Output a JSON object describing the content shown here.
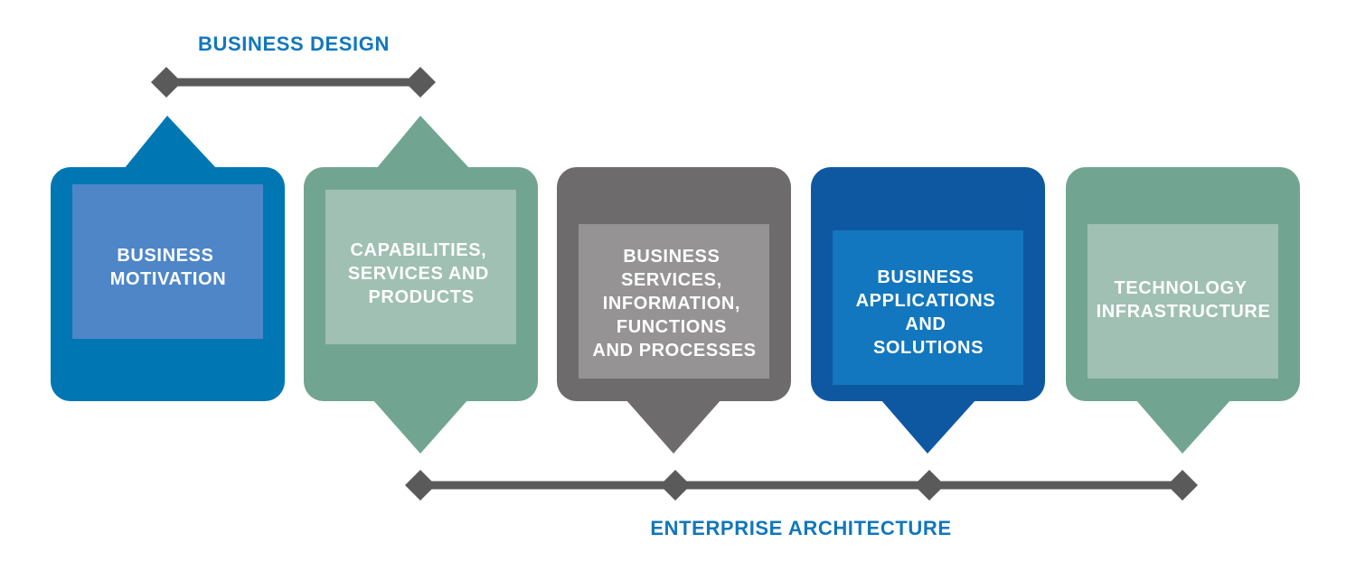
{
  "business_design": {
    "label": "BUSINESS DESIGN"
  },
  "enterprise_architecture": {
    "label": "ENTERPRISE ARCHITECTURE"
  },
  "colors": {
    "heading": "#1177BB",
    "connector": "#5A5A5A",
    "label": "#FFFFFF"
  },
  "blocks": [
    {
      "id": "business-motivation",
      "lines": [
        "BUSINESS",
        "MOTIVATION"
      ],
      "outer": "#0077B3",
      "inner": "#4E86C8",
      "pointer": "up"
    },
    {
      "id": "capabilities-services-products",
      "lines": [
        "CAPABILITIES,",
        "SERVICES AND",
        "PRODUCTS"
      ],
      "outer": "#72A591",
      "inner": "#9FC0B3",
      "pointer": "both"
    },
    {
      "id": "business-services-information",
      "lines": [
        "BUSINESS",
        "SERVICES,",
        "INFORMATION,",
        "FUNCTIONS",
        "AND PROCESSES"
      ],
      "outer": "#6D6B6B",
      "inner": "#959393",
      "pointer": "down"
    },
    {
      "id": "business-applications-solutions",
      "lines": [
        "BUSINESS",
        "APPLICATIONS",
        "AND",
        "SOLUTIONS"
      ],
      "outer": "#0E58A2",
      "inner": "#1277BE",
      "pointer": "down"
    },
    {
      "id": "technology-infrastructure",
      "lines": [
        "TECHNOLOGY",
        "INFRASTRUCTURE"
      ],
      "outer": "#72A591",
      "inner": "#9FC0B3",
      "pointer": "down"
    }
  ]
}
